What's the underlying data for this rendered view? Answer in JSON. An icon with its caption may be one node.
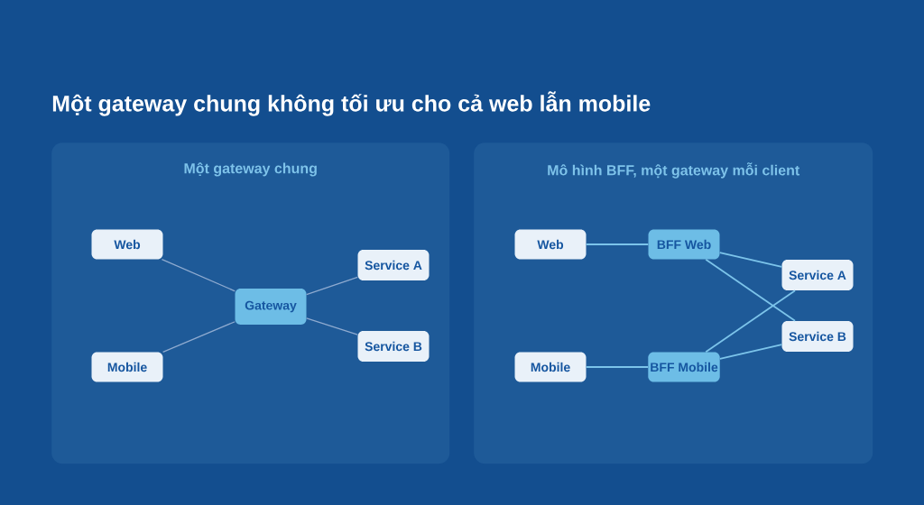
{
  "diagram": {
    "title": "Một gateway chung không tối ưu cho cả web lẫn mobile",
    "nodes": [
      {
        "text": [
          "Một gateway chung"
        ]
      },
      {
        "text": [
          "Web"
        ],
        "in": 0
      },
      {
        "text": [
          "Mobile"
        ],
        "in": 0
      },
      {
        "text": [
          "Gateway"
        ],
        "in": 0
      },
      {
        "text": [
          "Service A"
        ],
        "in": 0
      },
      {
        "text": [
          "Service B"
        ],
        "in": 0
      },
      {
        "text": [
          "Mô hình BFF, một gateway mỗi client"
        ]
      },
      {
        "text": [
          "Web"
        ],
        "in": 6
      },
      {
        "text": [
          "BFF Web"
        ],
        "in": 6
      },
      {
        "text": [
          "Service A"
        ],
        "in": 6
      },
      {
        "text": [
          "Service B"
        ],
        "in": 6
      },
      {
        "text": [
          "Mobile"
        ],
        "in": 6
      },
      {
        "text": [
          "BFF Mobile"
        ],
        "in": 6
      }
    ],
    "edges": [
      {
        "from": 1,
        "to": 3,
        "arrow": "none",
        "color": "#8fabd0"
      },
      {
        "from": 2,
        "to": 3,
        "arrow": "none",
        "color": "#8fabd0"
      },
      {
        "from": 3,
        "to": 4,
        "arrow": "none",
        "color": "#8fabd0"
      },
      {
        "from": 3,
        "to": 5,
        "arrow": "none",
        "color": "#8fabd0"
      },
      {
        "from": 7,
        "to": 8,
        "arrow": "none"
      },
      {
        "from": 8,
        "to": 9,
        "arrow": "none"
      },
      {
        "from": 8,
        "to": 10,
        "arrow": "none"
      },
      {
        "from": 11,
        "to": 12,
        "arrow": "none"
      },
      {
        "from": 12,
        "to": 9,
        "arrow": "none"
      },
      {
        "from": 12,
        "to": 10,
        "arrow": "none"
      }
    ]
  }
}
